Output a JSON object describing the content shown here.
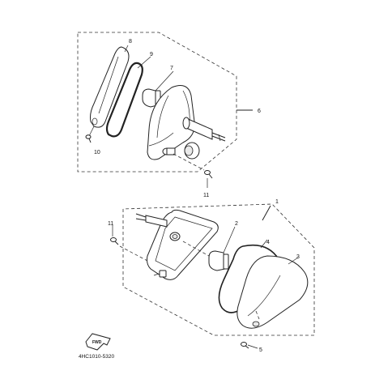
{
  "diagram": {
    "labels": {
      "p1": "1",
      "p2": "2",
      "p3": "3",
      "p4": "4",
      "p5": "5",
      "p6": "6",
      "p7": "7",
      "p8": "8",
      "p9": "9",
      "p10": "10",
      "p11a": "11",
      "p11b": "11"
    },
    "fwd_mark": "FWD",
    "drawing_code": "4HC1010-5320"
  }
}
